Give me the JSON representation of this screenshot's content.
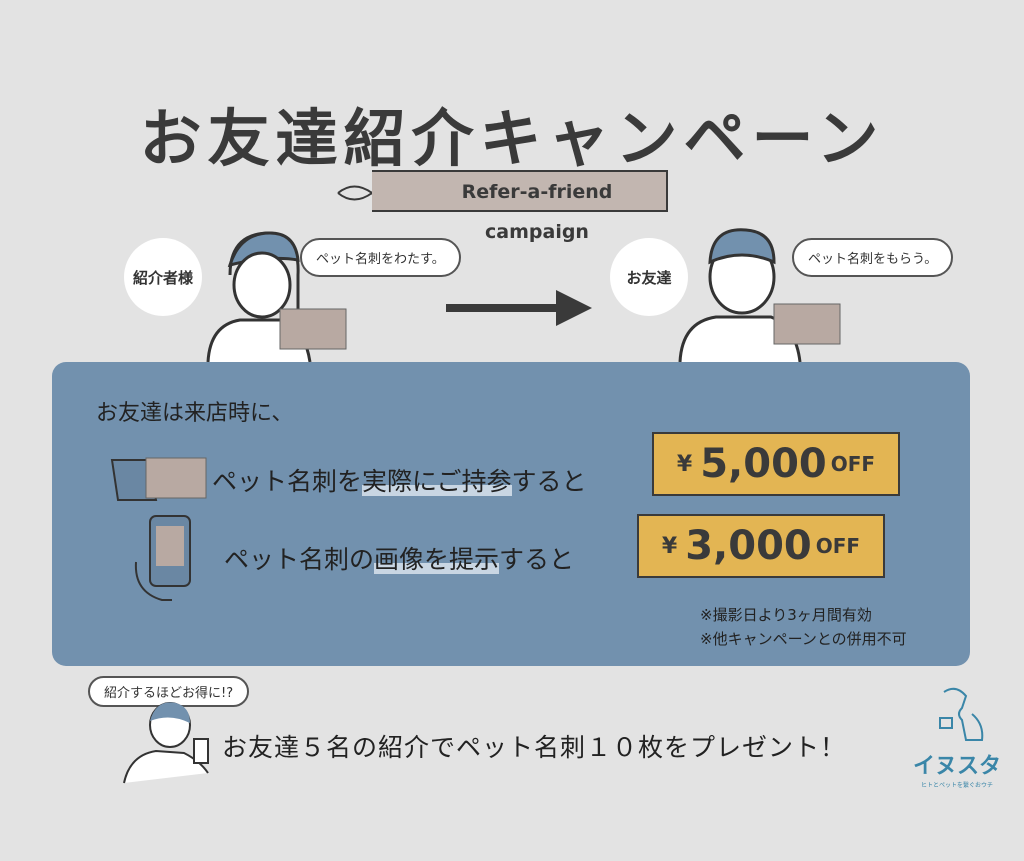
{
  "title": "お友達紹介キャンペーン",
  "subtitle_tag": "Refer-a-friend campaign",
  "referrer": {
    "label": "紹介者様",
    "speech": "ペット名刺をわたす。"
  },
  "friend": {
    "label": "お友達",
    "speech": "ペット名刺をもらう。"
  },
  "panel": {
    "intro": "お友達は来店時に、",
    "offers": [
      {
        "text_pre": "ペット名刺を",
        "text_hl": "実際にご持参",
        "text_post": "すると",
        "yen": "¥",
        "amount": "5,000",
        "off": "OFF"
      },
      {
        "text_pre": "ペット名刺の",
        "text_hl": "画像を提示",
        "text_post": "すると",
        "yen": "¥",
        "amount": "3,000",
        "off": "OFF"
      }
    ],
    "notes": [
      "※撮影日より3ヶ月間有効",
      "※他キャンペーンとの併用不可"
    ]
  },
  "bottom": {
    "bubble": "紹介するほどお得に!?",
    "text": "お友達５名の紹介でペット名刺１０枚をプレゼント！"
  },
  "logo": {
    "name": "イヌスタ",
    "tagline": "ヒトとペットを繋ぐおウチ"
  },
  "colors": {
    "background": "#e3e3e3",
    "panel": "#7291ae",
    "ticket": "#e3b553",
    "text": "#3a3a3a",
    "accent_underline": "#d04040"
  }
}
